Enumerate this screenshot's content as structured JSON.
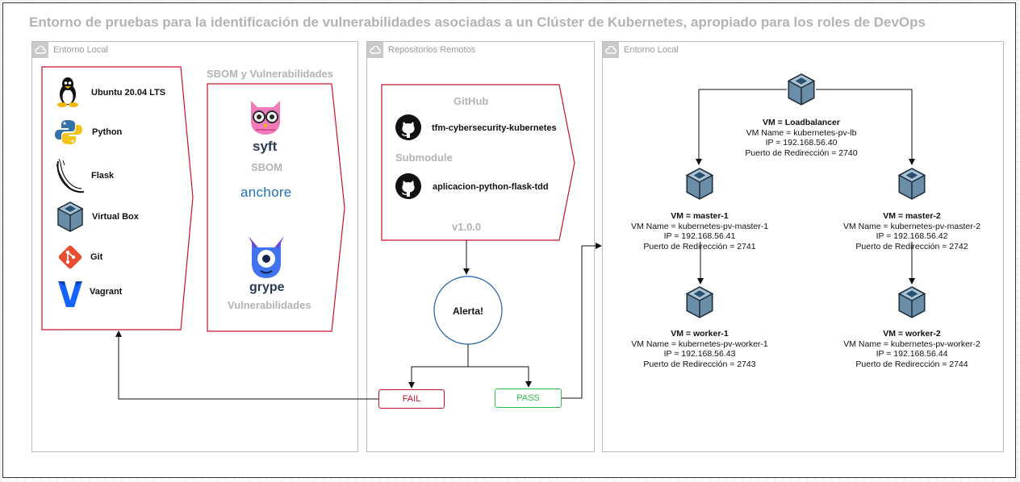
{
  "title": "Entorno de pruebas para la identificación de vulnerabilidades asociadas a un Clúster de Kubernetes, apropiado para los roles de DevOps",
  "groups": {
    "local1": "Entorno Local",
    "remote": "Repositorios Remotos",
    "local2": "Entorno Local"
  },
  "tools": [
    {
      "label": "Ubuntu 20.04 LTS",
      "icon": "linux-tux-icon"
    },
    {
      "label": "Python",
      "icon": "python-icon"
    },
    {
      "label": "Flask",
      "icon": "flask-icon"
    },
    {
      "label": "Virtual Box",
      "icon": "virtualbox-icon"
    },
    {
      "label": "Git",
      "icon": "git-icon"
    },
    {
      "label": "Vagrant",
      "icon": "vagrant-icon"
    }
  ],
  "sbom": {
    "header": "SBOM y Vulnerabilidades",
    "syft": "syft",
    "sbom_label": "SBOM",
    "anchore": "anchore",
    "grype": "grype",
    "vuln_label": "Vulnerabilidades"
  },
  "github": {
    "header": "GitHub",
    "repo": "tfm-cybersecurity-kubernetes",
    "submodule_header": "Submodule",
    "submodule_repo": "aplicacion-python-flask-tdd",
    "version": "v1.0.0"
  },
  "alert": "Alerta!",
  "fail": "FAIL",
  "pass": "PASS",
  "vms": [
    {
      "id": "lb",
      "title": "VM = Loadbalancer",
      "name": "VM Name = kubernetes-pv-lb",
      "ip": "IP = 192.168.56.40",
      "port": "Puerto de Redirección = 2740"
    },
    {
      "id": "master1",
      "title": "VM = master-1",
      "name": "VM Name = kubernetes-pv-master-1",
      "ip": "IP = 192.168.56.41",
      "port": "Puerto de Redirección = 2741"
    },
    {
      "id": "master2",
      "title": "VM = master-2",
      "name": "VM Name = kubernetes-pv-master-2",
      "ip": "IP = 192.168.56.42",
      "port": "Puerto de Redirección = 2742"
    },
    {
      "id": "worker1",
      "title": "VM = worker-1",
      "name": "VM Name = kubernetes-pv-worker-1",
      "ip": "IP = 192.168.56.43",
      "port": "Puerto de Redirección = 2743"
    },
    {
      "id": "worker2",
      "title": "VM = worker-2",
      "name": "VM Name = kubernetes-pv-worker-2",
      "ip": "IP = 192.168.56.44",
      "port": "Puerto de Redirección = 2744"
    }
  ],
  "colors": {
    "accent_red": "#c8102e",
    "pass_green": "#2cc04a",
    "title_gray": "#b3b3b3"
  }
}
